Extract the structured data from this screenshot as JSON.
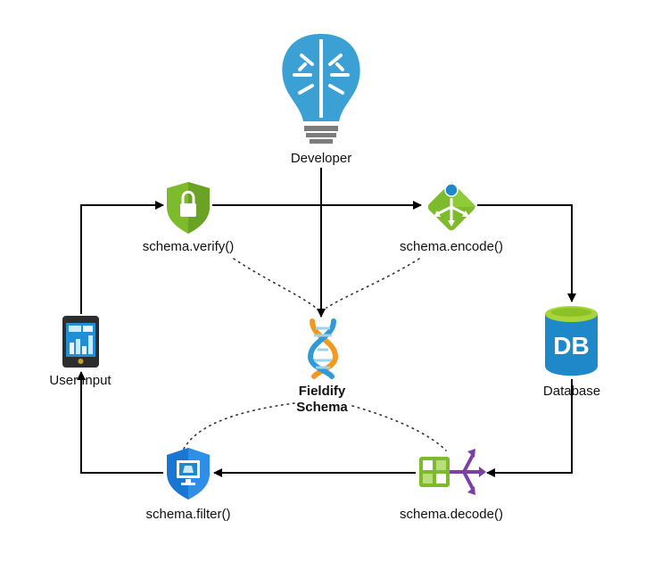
{
  "diagram": {
    "nodes": {
      "developer": {
        "label": "Developer",
        "icon": "brain-lightbulb-icon"
      },
      "verify": {
        "label": "schema.verify()",
        "icon": "lock-shield-icon",
        "color": "#7dbb2c"
      },
      "encode": {
        "label": "schema.encode()",
        "icon": "network-diamond-icon",
        "color": "#7dbb2c"
      },
      "database": {
        "label": "Database",
        "icon": "db-cylinder-icon",
        "color": "#1e88c8",
        "badge": "DB"
      },
      "decode": {
        "label": "schema.decode()",
        "icon": "merge-arrows-icon",
        "color": "#7dbb2c"
      },
      "filter": {
        "label": "schema.filter()",
        "icon": "monitor-shield-icon",
        "color": "#1976d2"
      },
      "userinput": {
        "label": "User Input",
        "icon": "tablet-chart-icon"
      },
      "schema": {
        "label_line1": "Fieldify",
        "label_line2": "Schema",
        "icon": "dna-helix-icon"
      }
    },
    "colors": {
      "edge": "#000000",
      "dotted": "#333333"
    }
  }
}
